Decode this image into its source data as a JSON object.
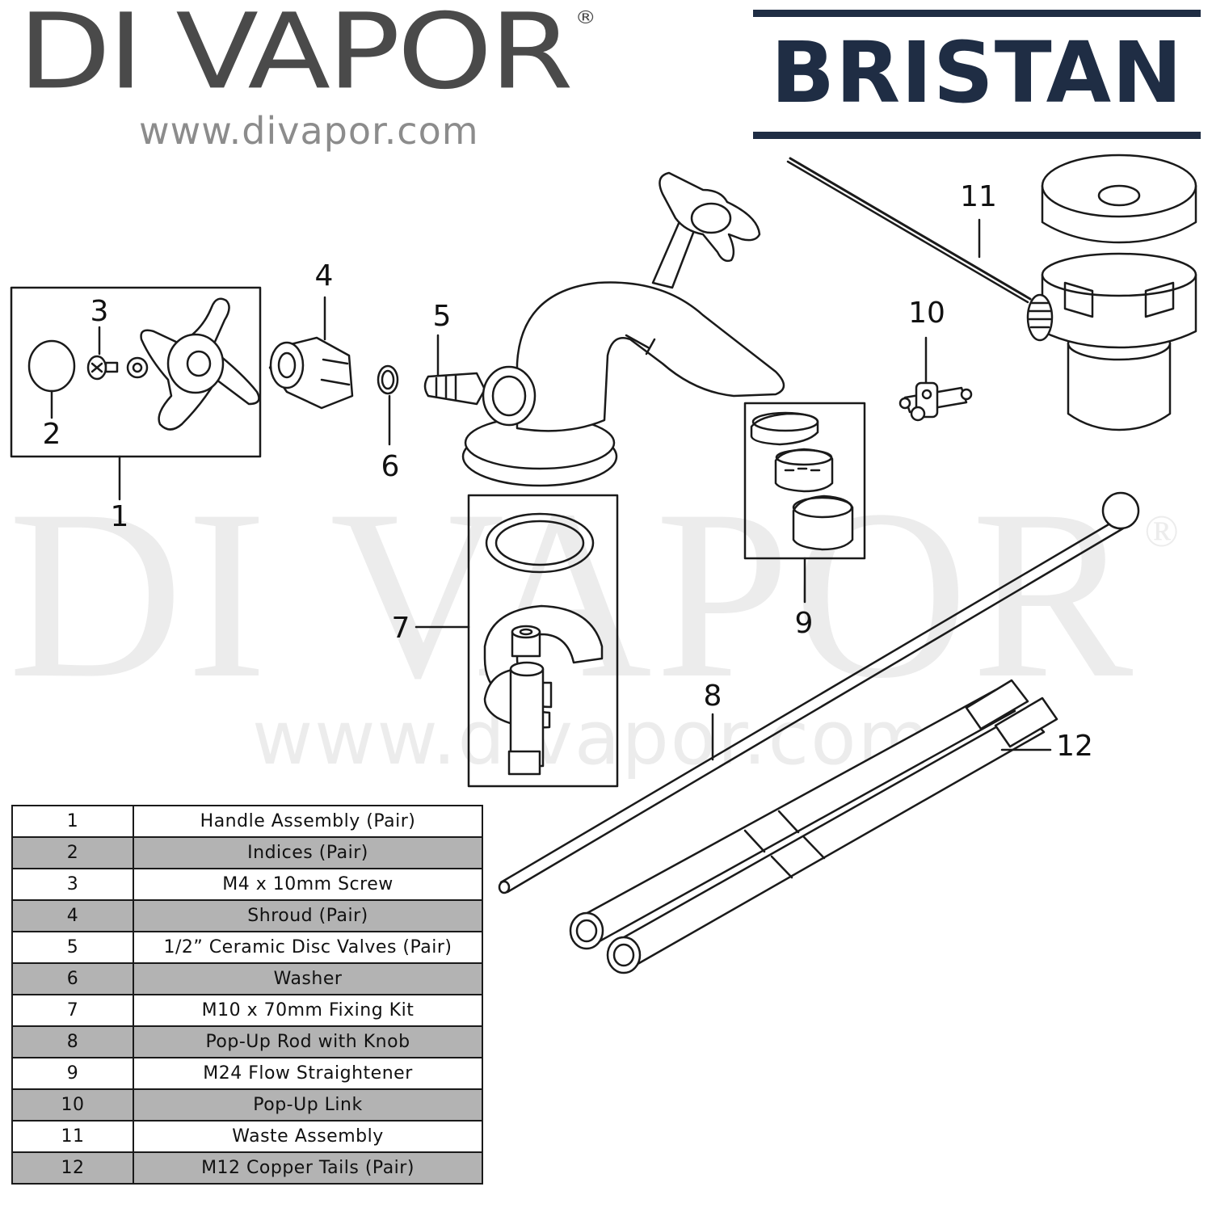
{
  "header": {
    "brand": "DI VAPOR",
    "brand_mark": "®",
    "url": "www.divapor.com",
    "manufacturer": "BRISTAN"
  },
  "watermark": {
    "brand": "DI VAPOR",
    "brand_mark": "®",
    "url": "www.divapor.com"
  },
  "callouts": [
    "1",
    "2",
    "3",
    "4",
    "5",
    "6",
    "7",
    "8",
    "9",
    "10",
    "11",
    "12"
  ],
  "parts": [
    {
      "num": "1",
      "name": "Handle Assembly (Pair)"
    },
    {
      "num": "2",
      "name": "Indices (Pair)"
    },
    {
      "num": "3",
      "name": "M4 x 10mm Screw"
    },
    {
      "num": "4",
      "name": "Shroud (Pair)"
    },
    {
      "num": "5",
      "name": "1/2” Ceramic Disc Valves (Pair)"
    },
    {
      "num": "6",
      "name": "Washer"
    },
    {
      "num": "7",
      "name": "M10 x 70mm Fixing Kit"
    },
    {
      "num": "8",
      "name": "Pop-Up Rod with Knob"
    },
    {
      "num": "9",
      "name": "M24 Flow Straightener"
    },
    {
      "num": "10",
      "name": "Pop-Up Link"
    },
    {
      "num": "11",
      "name": "Waste Assembly"
    },
    {
      "num": "12",
      "name": "M12 Copper Tails (Pair)"
    }
  ],
  "colors": {
    "brand_grey": "#4a4a4a",
    "bristan_navy": "#1f2d44",
    "row_shade": "#b3b3b3",
    "watermark": "#ececec"
  }
}
